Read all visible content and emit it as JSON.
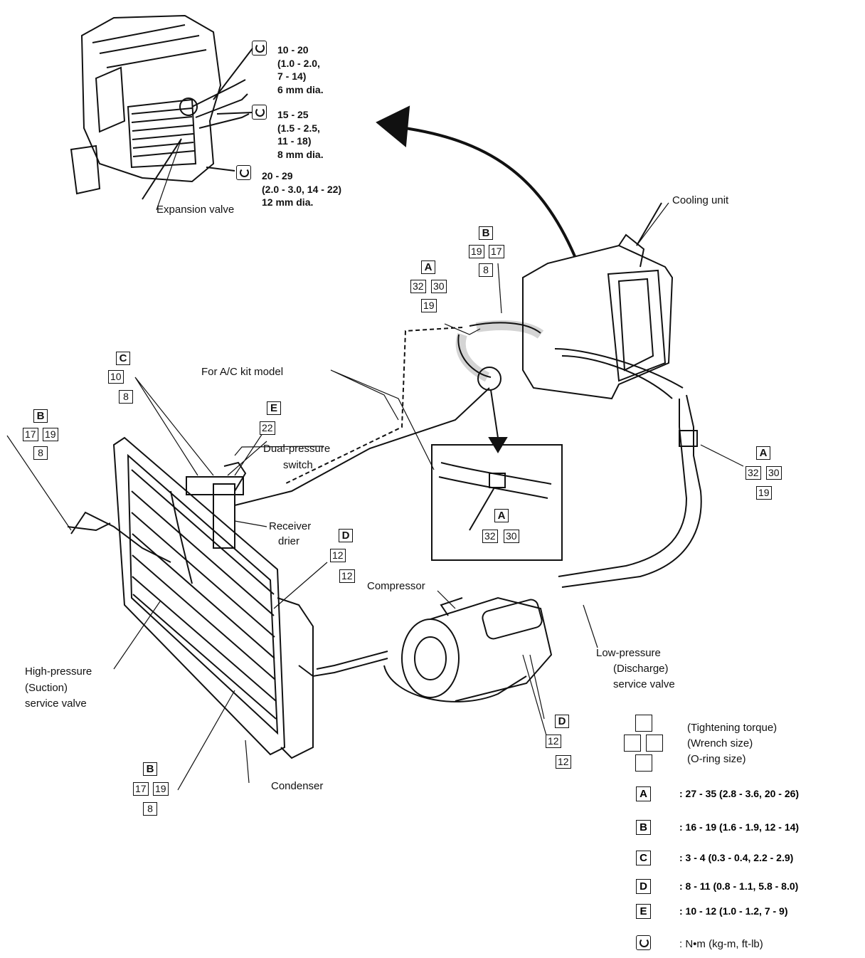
{
  "evaporator_callouts": [
    {
      "lines": [
        "10 - 20",
        "(1.0 - 2.0,",
        "7 - 14)",
        "6 mm dia."
      ]
    },
    {
      "lines": [
        "15 - 25",
        "(1.5 - 2.5,",
        "11 - 18)",
        "8 mm dia."
      ]
    },
    {
      "lines": [
        "20 - 29",
        "(2.0 - 3.0, 14 - 22)",
        "12 mm dia."
      ]
    }
  ],
  "labels": {
    "expansion_valve": "Expansion valve",
    "cooling_unit": "Cooling unit",
    "ac_kit_model": "For A/C kit model",
    "dual_pressure_switch_1": "Dual-pressure",
    "dual_pressure_switch_2": "switch",
    "receiver_drier_1": "Receiver",
    "receiver_drier_2": "drier",
    "compressor": "Compressor",
    "low_pressure_1": "Low-pressure",
    "low_pressure_2": "(Discharge)",
    "low_pressure_3": "service valve",
    "high_pressure_1": "High-pressure",
    "high_pressure_2": "(Suction)",
    "high_pressure_3": "service valve",
    "condenser": "Condenser"
  },
  "callout_groups": {
    "b_top": {
      "letter": "B",
      "v1": "19",
      "v2": "17",
      "v3": "8"
    },
    "a_top": {
      "letter": "A",
      "v1": "32",
      "v2": "30",
      "v3": "19"
    },
    "c": {
      "letter": "C",
      "v1": "10",
      "v2": "8"
    },
    "e": {
      "letter": "E",
      "v1": "22"
    },
    "b_left": {
      "letter": "B",
      "v1": "17",
      "v2": "19",
      "v3": "8"
    },
    "a_right": {
      "letter": "A",
      "v1": "32",
      "v2": "30",
      "v3": "19"
    },
    "a_inset": {
      "letter": "A",
      "v1": "32",
      "v2": "30"
    },
    "d_mid": {
      "letter": "D",
      "v1": "12",
      "v2": "12"
    },
    "d_right": {
      "letter": "D",
      "v1": "12",
      "v2": "12"
    },
    "b_bottom": {
      "letter": "B",
      "v1": "17",
      "v2": "19",
      "v3": "8"
    }
  },
  "legend": {
    "key_lines": [
      "(Tightening torque)",
      "(Wrench size)",
      "(O-ring size)"
    ],
    "entries": [
      {
        "key": "A",
        "value": ": 27 - 35 (2.8 - 3.6, 20 - 26)"
      },
      {
        "key": "B",
        "value": ": 16 - 19 (1.6 - 1.9, 12 - 14)"
      },
      {
        "key": "C",
        "value": ": 3 - 4 (0.3 - 0.4, 2.2 - 2.9)"
      },
      {
        "key": "D",
        "value": ": 8 - 11 (0.8 - 1.1, 5.8 - 8.0)"
      },
      {
        "key": "E",
        "value": ": 10 - 12 (1.0 - 1.2, 7 - 9)"
      }
    ],
    "units": ": N•m (kg-m, ft-lb)"
  }
}
